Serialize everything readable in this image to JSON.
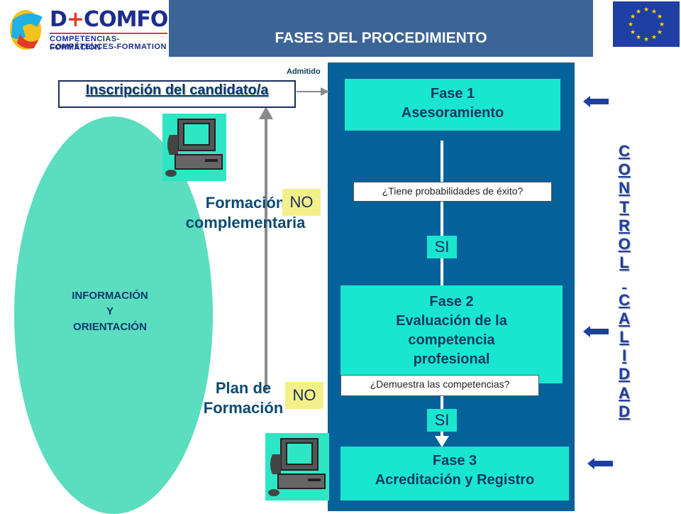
{
  "logo": {
    "brand_prefix": "D",
    "brand_plus": "+",
    "brand_suffix": "COMFOR",
    "subtitle_es": "COMPETENCIAS-FORMACIÓN",
    "subtitle_fr": "COMPÉTENCES-FORMATION"
  },
  "header": {
    "title": "FASES DEL PROCEDIMIENTO"
  },
  "left": {
    "inscripcion": "Inscripción del candidato/a",
    "admitido": "Admitido",
    "info_lines": [
      "INFORMACIÓN",
      "Y",
      "ORIENTACIÓN"
    ],
    "formacion_lines": [
      "Formación",
      "complementaria"
    ],
    "plan_lines": [
      "Plan de",
      "Formación"
    ]
  },
  "phases": [
    {
      "lines": [
        "Fase 1",
        "Asesoramiento"
      ]
    },
    {
      "lines": [
        "Fase 2",
        "Evaluación de la",
        "competencia",
        "profesional"
      ]
    },
    {
      "lines": [
        "Fase 3",
        "Acreditación y Registro"
      ]
    }
  ],
  "questions": [
    "¿Tiene probabilidades de éxito?",
    "¿Demuestra las competencias?"
  ],
  "answers": {
    "yes_1": "SI",
    "yes_2": "SI",
    "no_1": "NO",
    "no_2": "NO"
  },
  "control": {
    "word1": [
      "C",
      "O",
      "N",
      "T",
      "R",
      "O",
      "L"
    ],
    "word2": [
      "C",
      "A",
      "L",
      "I",
      "D",
      "A",
      "D"
    ]
  },
  "colors": {
    "header_band": "#3a6596",
    "main_panel": "#05619a",
    "phase_box": "#19e6cf",
    "ellipse": "#5bddbf",
    "no_box": "#f3f08a",
    "control_text": "#1e3fa0"
  },
  "icons": [
    "computer-icon",
    "computer-icon",
    "eu-flag-icon",
    "arrow-left-icon"
  ]
}
